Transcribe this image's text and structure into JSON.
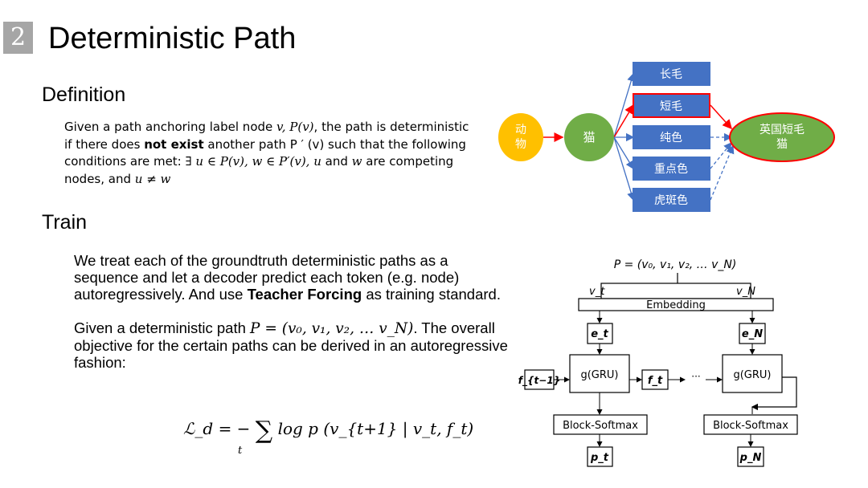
{
  "slide": {
    "number": "2",
    "title": "Deterministic Path"
  },
  "definition": {
    "heading": "Definition",
    "line1_pre": "Given a path anchoring label node ",
    "line1_math": "v, P(v)",
    "line1_post": ", the path is deterministic",
    "line2_pre": "if there does ",
    "line2_bold": "not exist",
    "line2_post": " another path P ′ (v) such that the following",
    "line3_pre": "conditions are met: ",
    "line3_math": "∃ u ∈ P(v), w ∈ P′(v), u",
    "line3_mid": " and ",
    "line3_math2": "w",
    "line3_post": " are competing",
    "line4_pre": "nodes, and ",
    "line4_math": "u  ≠ w"
  },
  "train": {
    "heading": "Train",
    "p1_pre": "We treat each of the groundtruth deterministic paths as a sequence and let a decoder predict each token (e.g. node) autoregressively. And use ",
    "p1_bold": "Teacher Forcing",
    "p1_post": " as training standard.",
    "p2_pre": "Given a deterministic path ",
    "p2_math": "P = (v₀, v₁, v₂, … v_N)",
    "p2_post": ". The overall objective for the certain paths can be derived in an autoregressive fashion:",
    "formula_left": "ℒ_d = −",
    "formula_sum": "∑",
    "formula_right": "log p (v_{t+1} | v_t, f_t)",
    "formula_under": "t"
  },
  "tree": {
    "root": "动物",
    "root_chars": [
      "动",
      "物"
    ],
    "cat": "猫",
    "options": [
      "长毛",
      "短毛",
      "纯色",
      "重点色",
      "虎斑色"
    ],
    "target": "英国短毛猫",
    "target_lines": [
      "英国短毛",
      "猫"
    ],
    "colors": {
      "root": "#ffc000",
      "cat": "#70ad47",
      "option": "#4472c4",
      "highlight": "#ff0000",
      "edge": "#4472c4"
    }
  },
  "decoder": {
    "path_label": "P = (v₀, v₁, v₂, … v_N)",
    "vt": "v_t",
    "vN": "v_N",
    "embedding": "Embedding",
    "et": "e_t",
    "eN": "e_N",
    "f_prev": "f_{t−1}",
    "gru": "g(GRU)",
    "ft": "f_t",
    "dots": "···",
    "block_softmax": "Block-Softmax",
    "pt": "p_t",
    "pN": "p_N"
  }
}
